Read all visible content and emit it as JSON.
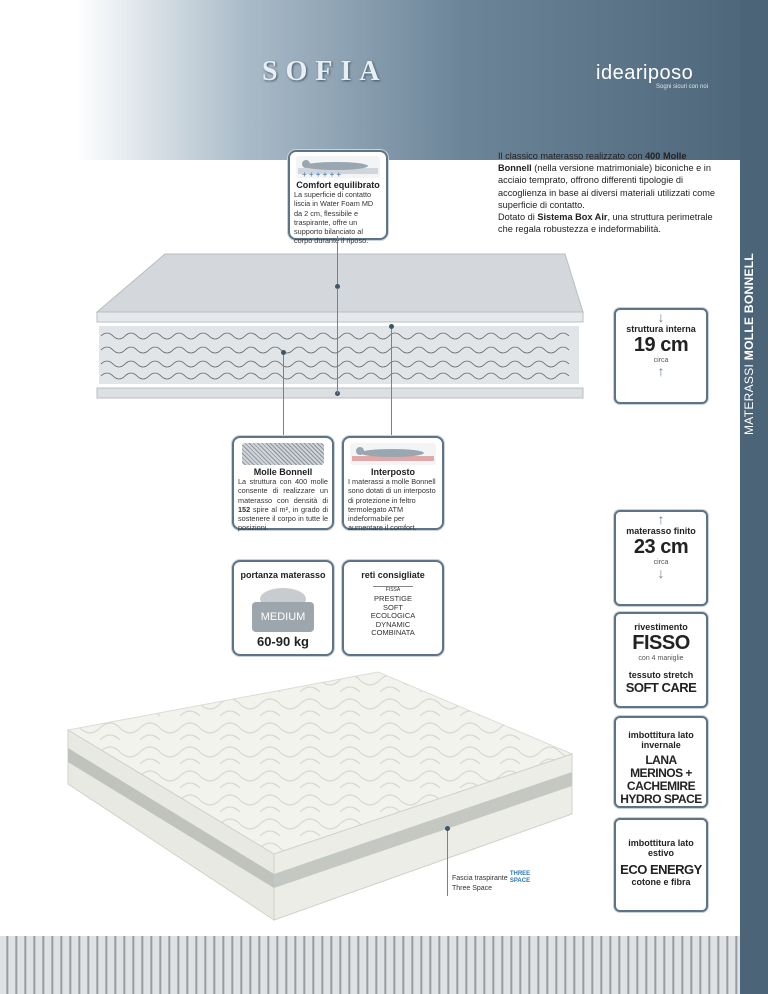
{
  "header": {
    "title": "SOFIA",
    "brand_name": "ideariposo",
    "brand_tagline": "Sogni sicuri con noi",
    "side_label_light": "MATERASSI",
    "side_label_bold": "MOLLE BONNELL"
  },
  "description": {
    "p1_a": "Il classico materasso realizzato con ",
    "p1_b": "400 Molle Bonnell",
    "p1_c": " (nella versione matrimoniale) biconiche e in acciaio temprato, offrono differenti tipologie di accoglienza in base ai diversi materiali utilizzati come superficie di contatto.",
    "p2_a": "Dotato di ",
    "p2_b": "Sistema Box Air",
    "p2_c": ", una struttura perimetrale che regala robustezza e indeformabilità."
  },
  "callouts": {
    "comfort": {
      "title": "Comfort equilibrato",
      "text": "La superficie di contatto liscia in Water Foam MD da 2 cm, flessibile e traspirante, offre un supporto bilanciato al corpo durante il riposo."
    },
    "bonnell": {
      "title": "Molle Bonnell",
      "text_a": "La struttura con 400 molle consente di realizzare un materasso con densità di ",
      "text_b": "152",
      "text_c": " spire al m², in grado di sostenere il corpo in tutte le posizioni."
    },
    "interposto": {
      "title": "Interposto",
      "text": "I materassi a molle Bonnell sono dotati di un interposto di protezione in feltro termolegato ATM indeformabile per aumentare il comfort."
    },
    "portanza": {
      "title": "portanza materasso",
      "level": "MEDIUM",
      "range": "60-90 kg"
    },
    "reti": {
      "title": "reti consigliate",
      "header": "FISSA",
      "items": [
        "PRESTIGE",
        "SOFT",
        "ECOLOGICA",
        "DYNAMIC",
        "COMBINATA"
      ]
    }
  },
  "specs": {
    "struttura": {
      "label": "struttura interna",
      "value": "19 cm",
      "note": "circa"
    },
    "finito": {
      "label": "materasso finito",
      "value": "23 cm",
      "note": "circa"
    },
    "rivestimento": {
      "label": "rivestimento",
      "value": "FISSO",
      "note": "con 4 maniglie",
      "label2": "tessuto stretch",
      "value2": "SOFT CARE"
    },
    "invernale": {
      "label": "imbottitura lato invernale",
      "value": "LANA MERINOS + CACHEMIRE HYDRO SPACE"
    },
    "estivo": {
      "label": "imbottitura lato estivo",
      "value": "ECO ENERGY",
      "note": "cotone e fibra"
    }
  },
  "fascia": {
    "line1": "Fascia traspirante",
    "line2": "Three Space",
    "badge": "THREE SPACE"
  },
  "colors": {
    "accent": "#4b6478",
    "border": "#5e7486"
  }
}
